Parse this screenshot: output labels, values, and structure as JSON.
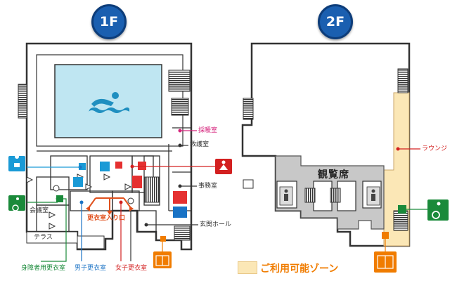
{
  "floor1": {
    "badge": "1F",
    "labels": {
      "nursing_room": "採暖室",
      "first_aid": "救護室",
      "office": "事務室",
      "entrance_hall": "玄関ホール",
      "meeting_room": "会議室",
      "terrace": "テラス",
      "locker_entrance": "更衣室入り口",
      "accessible_locker": "身障者用更衣室",
      "mens_locker": "男子更衣室",
      "womens_locker": "女子更衣室"
    }
  },
  "floor2": {
    "badge": "2F",
    "labels": {
      "lounge": "ラウンジ",
      "spectator_seats": "観覧席"
    }
  },
  "legend": {
    "available_zone": "ご利用可能ゾーン"
  },
  "colors": {
    "badge_blue": "#1a5fb0",
    "pool_blue": "#bfe6f2",
    "swimmer_blue": "#1f8fc0",
    "zone_yellow": "#fbe7b6",
    "gray_area": "#c8c8c8",
    "pink": "#d6247c",
    "red": "#d32020",
    "orange": "#f07c00",
    "green": "#1a8a3a",
    "blue": "#1b73c5",
    "cyan": "#1a9ad6"
  },
  "icons": [
    "swimmer-icon",
    "shower-icon",
    "toilet-icon",
    "wheelchair-icon",
    "elevator-icon",
    "stairs-icon"
  ]
}
